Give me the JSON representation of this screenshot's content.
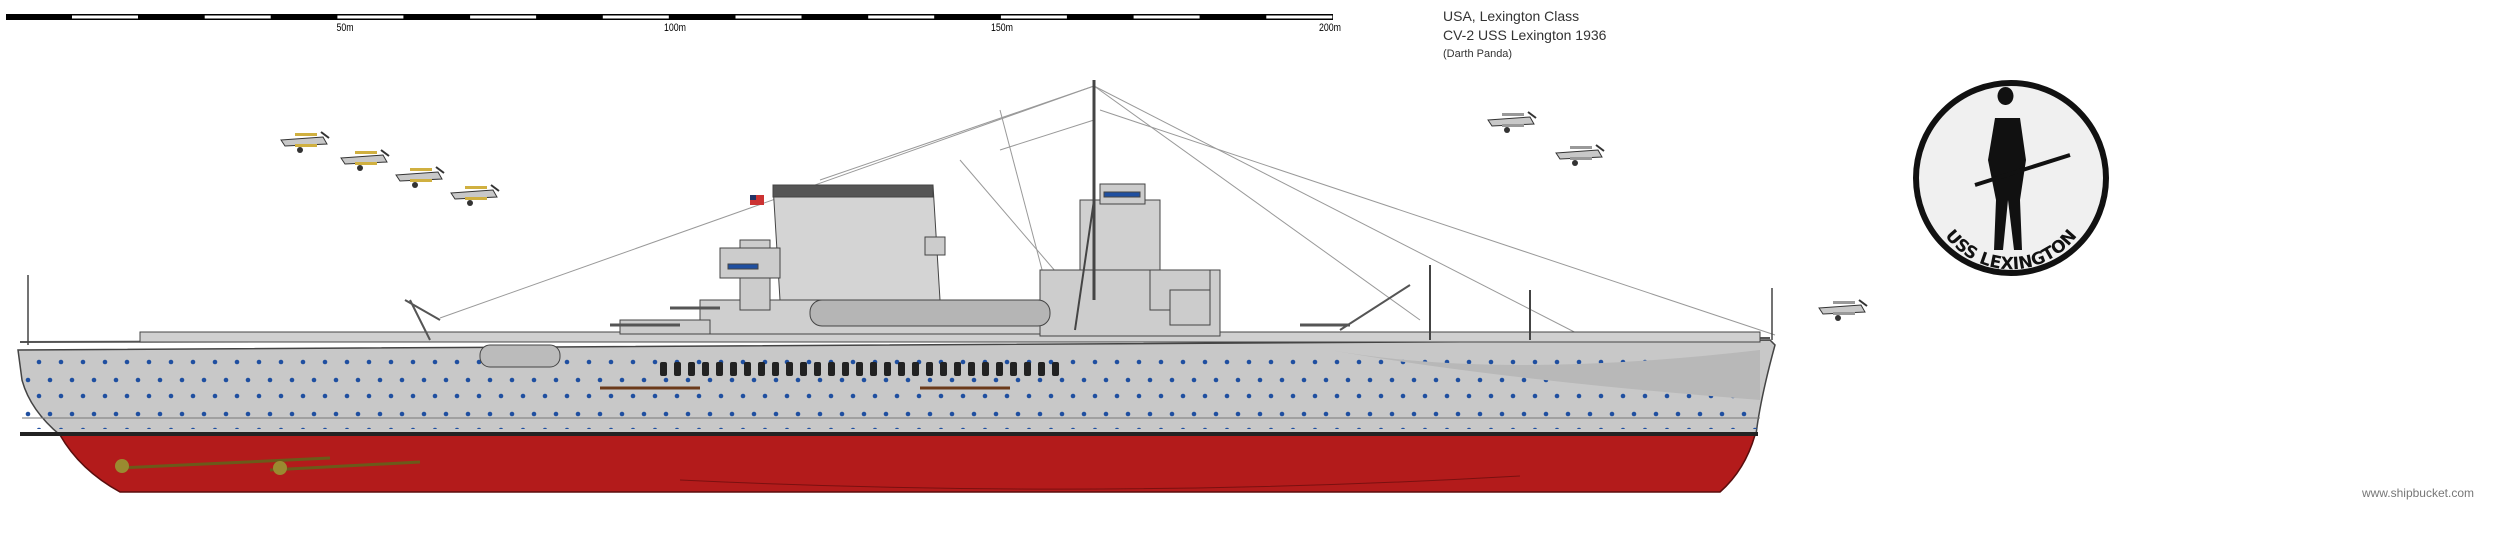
{
  "scale_bar": {
    "labels": [
      "50m",
      "100m",
      "150m",
      "200m"
    ]
  },
  "title": {
    "line1": "USA, Lexington Class",
    "line2": "CV-2 USS Lexington 1936",
    "author": "(Darth Panda)"
  },
  "emblem": {
    "text": "USS LEXINGTON"
  },
  "credit": "www.shipbucket.com",
  "colors": {
    "hull": "#c8c8c8",
    "bottom": "#b31b1b",
    "porthole": "#1f4fa0",
    "funnel_top": "#555555"
  }
}
